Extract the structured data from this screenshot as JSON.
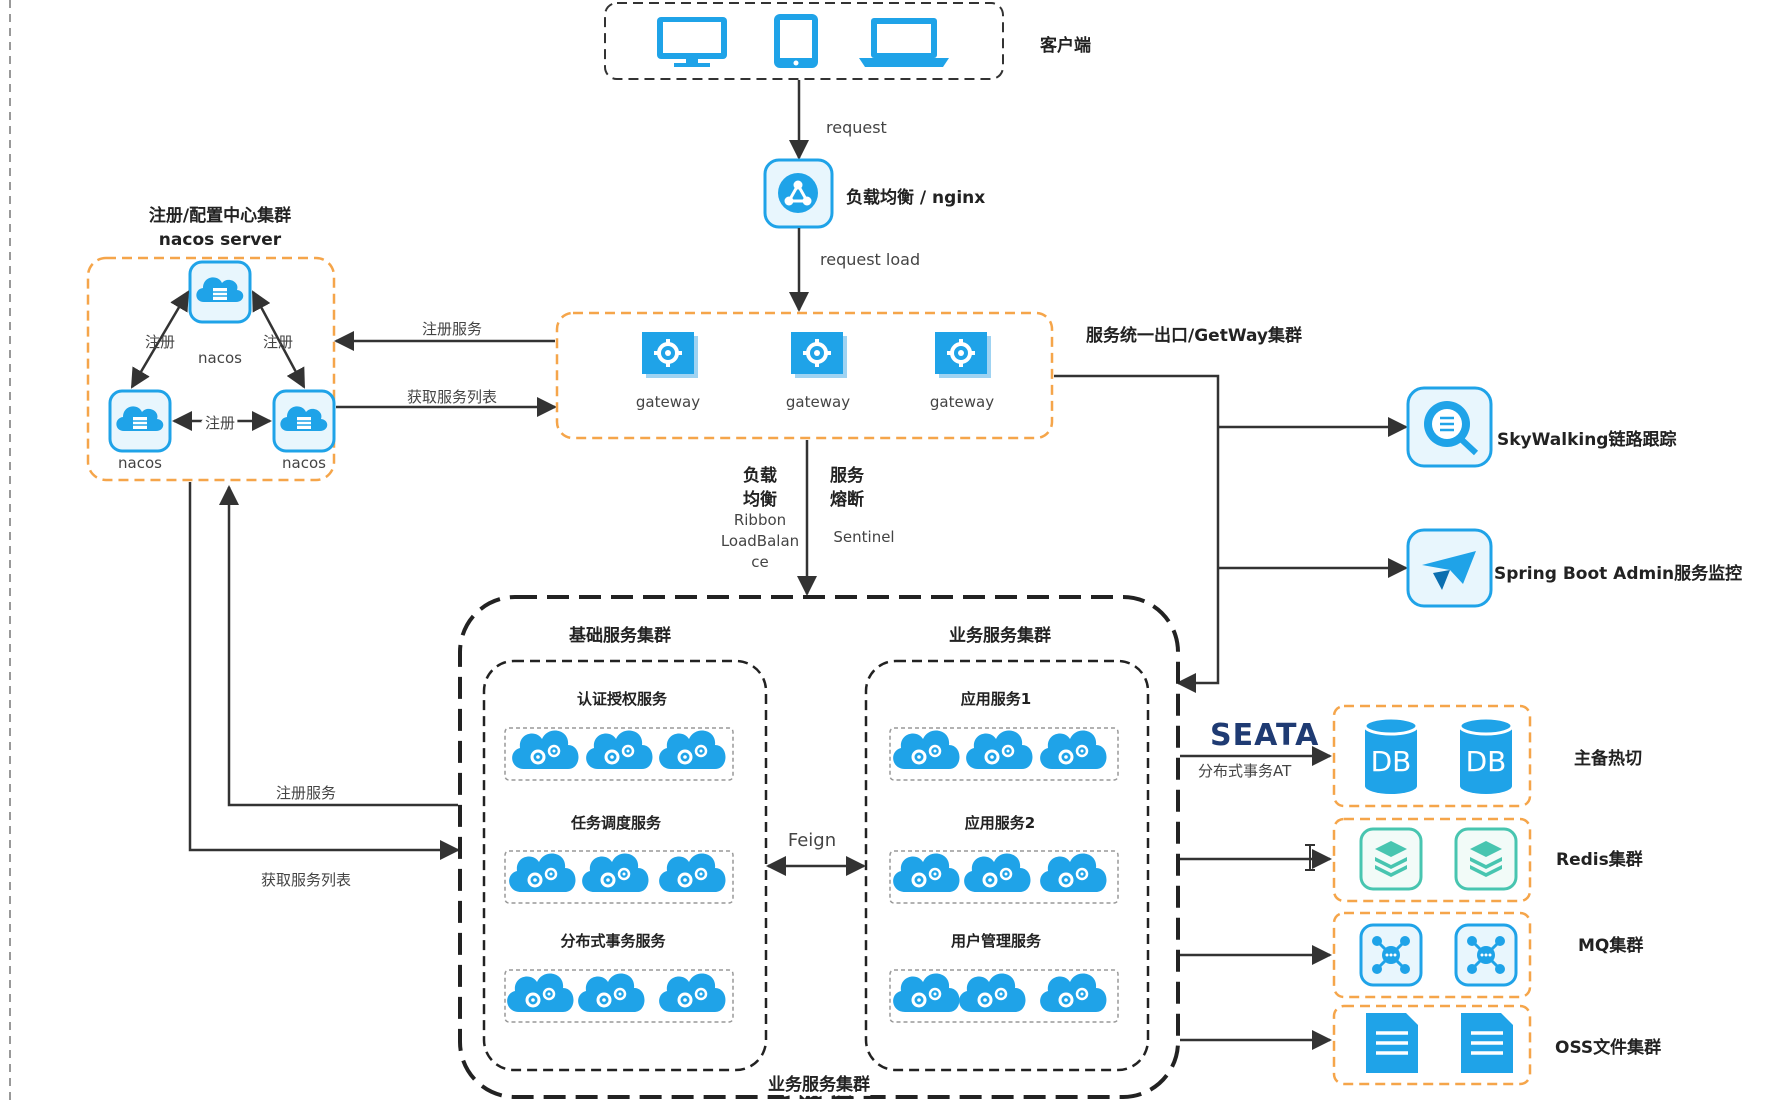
{
  "client": {
    "label": "客户端",
    "devices": [
      "monitor-icon",
      "tablet-icon",
      "laptop-icon"
    ]
  },
  "edges": {
    "request": "request",
    "request_load": "request load",
    "register_service": "注册服务",
    "fetch_service_list": "获取服务列表",
    "register_service_2": "注册服务",
    "fetch_service_list_2": "获取服务列表",
    "lb_title": [
      "负载",
      "均衡"
    ],
    "lb_detail": [
      "Ribbon",
      "LoadBalan",
      "ce"
    ],
    "cb_title": [
      "服务",
      "熔断"
    ],
    "cb_detail": "Sentinel",
    "feign": "Feign",
    "seata_logo": "SEATA",
    "seata_label": "分布式事务AT"
  },
  "load_balancer": {
    "label": "负载均衡 / nginx",
    "icon": "load-balancer-icon"
  },
  "nacos_cluster": {
    "title": "注册/配置中心集群",
    "subtitle": "nacos server",
    "nodes": [
      "nacos",
      "nacos",
      "nacos"
    ],
    "link_label": "注册",
    "icon": "cloud-server-icon"
  },
  "gateway_cluster": {
    "label": "服务统一出口/GetWay集群",
    "nodes": [
      "gateway",
      "gateway",
      "gateway"
    ],
    "icon": "gear-gateway-icon"
  },
  "monitoring": [
    {
      "label": "SkyWalking链路跟踪",
      "icon": "skywalking-icon"
    },
    {
      "label": "Spring Boot Admin服务监控",
      "icon": "spring-boot-admin-icon"
    }
  ],
  "service_cluster": {
    "bottom_label": "业务服务集群",
    "basic": {
      "title": "基础服务集群",
      "groups": [
        "认证授权服务",
        "任务调度服务",
        "分布式事务服务"
      ]
    },
    "business": {
      "title": "业务服务集群",
      "groups": [
        "应用服务1",
        "应用服务2",
        "用户管理服务"
      ]
    },
    "instance_icon": "cloud-gear-icon"
  },
  "storage": [
    {
      "label": "主备热切",
      "items": [
        "DB",
        "DB"
      ],
      "icon": "database-icon"
    },
    {
      "label": "Redis集群",
      "items": [
        "redis",
        "redis"
      ],
      "icon": "redis-stack-icon"
    },
    {
      "label": "MQ集群",
      "items": [
        "mq",
        "mq"
      ],
      "icon": "mq-hub-icon"
    },
    {
      "label": "OSS文件集群",
      "items": [
        "oss",
        "oss"
      ],
      "icon": "file-document-icon"
    }
  ],
  "colors": {
    "accent": "#1fa3e8",
    "orange": "#f5a54a",
    "line": "#333333",
    "dashed": "#222222"
  }
}
